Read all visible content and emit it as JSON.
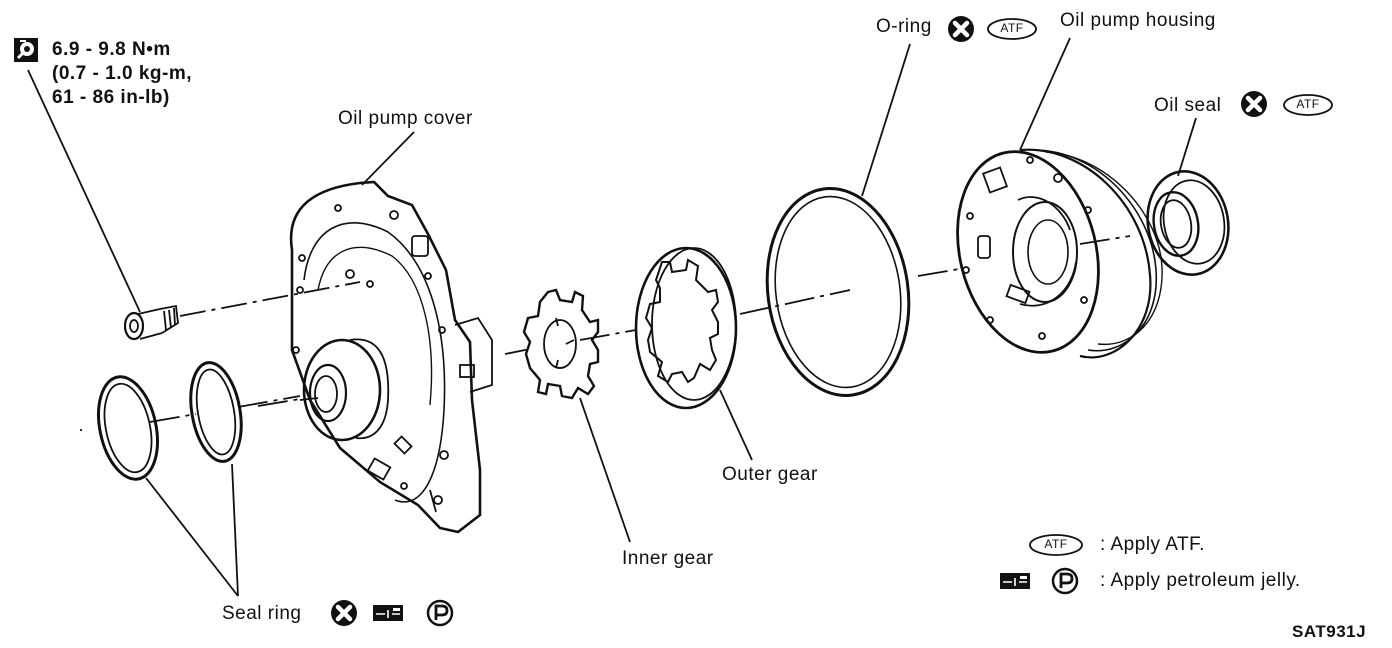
{
  "torque": {
    "line1": "6.9 - 9.8 N•m",
    "line2": "(0.7 - 1.0 kg-m,",
    "line3": "61 - 86 in-lb)",
    "icon": "torque-wrench-icon"
  },
  "labels": {
    "oil_pump_cover": "Oil pump cover",
    "o_ring": "O-ring",
    "oil_pump_housing": "Oil pump housing",
    "oil_seal": "Oil seal",
    "outer_gear": "Outer gear",
    "inner_gear": "Inner gear",
    "seal_ring": "Seal ring"
  },
  "badges": {
    "atf": "ATF",
    "petroleum": "P",
    "replace_icon": "do-not-reuse-icon",
    "jelly_icon": "petroleum-jelly-icon"
  },
  "legend": {
    "atf_text": ": Apply ATF.",
    "jelly_text": ": Apply petroleum jelly."
  },
  "figure_code": "SAT931J",
  "colors": {
    "ink": "#111111",
    "paper": "#ffffff"
  }
}
